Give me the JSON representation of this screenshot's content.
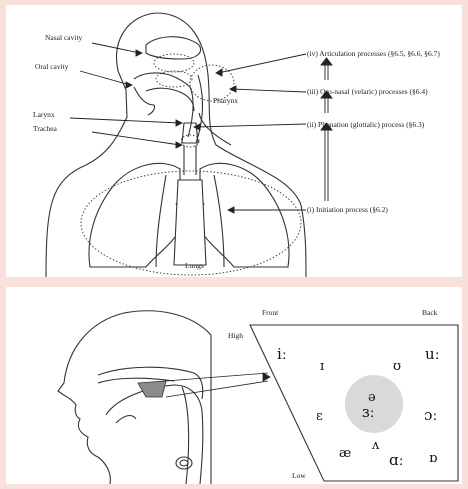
{
  "speech_organs": {
    "organ_labels": {
      "nasal_cavity": "Nasal cavity",
      "oral_cavity": "Oral cavity",
      "larynx": "Larynx",
      "trachea": "Trachea",
      "pharynx": "Pharynx",
      "lungs": "Lungs"
    },
    "processes": [
      {
        "label": "(iv)  Articulation processes   (§6.5, §6.6, §6.7)"
      },
      {
        "label": "(iii)  Oro-nasal (velaric) processes   (§6.4)"
      },
      {
        "label": "(ii)   Phonation (glottalic) process   (§6.3)"
      },
      {
        "label": "(i)    Initiation process   (§6.2)"
      }
    ]
  },
  "vowel_chart": {
    "corners": {
      "front": "Front",
      "back": "Back",
      "high": "High",
      "low": "Low"
    },
    "vowels": {
      "i_long": "iː",
      "I_short": "ɪ",
      "upsilon": "ʊ",
      "u_long": "uː",
      "schwa": "ə",
      "er_long": "ɜː",
      "epsilon": "ɛ",
      "open_o_long": "ɔː",
      "ash": "æ",
      "wedge": "ʌ",
      "a_long": "ɑː",
      "open_o_rounded": "ɒ"
    }
  }
}
